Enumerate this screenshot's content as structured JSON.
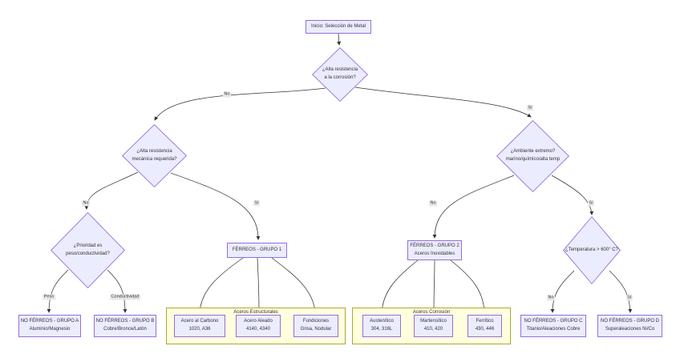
{
  "diagram_title": "Inicio: Selección de Metal",
  "colors": {
    "node_fill": "#ECECFF",
    "node_border": "#9370DB",
    "cluster_fill": "#FFFFDE",
    "cluster_border": "#AAAA33",
    "edge": "#333333",
    "edge_label_bg": "#E8E8E8",
    "text": "#333333"
  },
  "nodes": {
    "root": {
      "line1": "Inicio: Selección de Metal"
    },
    "d_corrosion": {
      "line1": "¿Alta resistencia",
      "line2": "a la corrosión?"
    },
    "d_mecanica": {
      "line1": "¿Alta resistencia",
      "line2": "mecánica requerida?"
    },
    "d_ambiente": {
      "line1": "¿Ambiente extremo?",
      "line2": "marino/químico/alta temp"
    },
    "d_prioridad": {
      "line1": "¿Prioridad es",
      "line2": "peso/conductividad?"
    },
    "d_temperatura": {
      "line1": "¿Temperatura > 600° C?"
    },
    "ferreos1": {
      "line1": "FÉRREOS - GRUPO 1"
    },
    "ferreos2": {
      "line1": "FÉRREOS - GRUPO 2",
      "line2": "Aceros Inoxidables"
    },
    "grupo_a": {
      "line1": "NO FÉRREOS - GRUPO A",
      "line2": "Aluminio/Magnesio"
    },
    "grupo_b": {
      "line1": "NO FÉRREOS - GRUPO B",
      "line2": "Cobre/Bronce/Latón"
    },
    "acero_carbono": {
      "line1": "Acero al Carbono",
      "line2": "1020, A36"
    },
    "acero_aleado": {
      "line1": "Acero Aleado",
      "line2": "4140, 4340"
    },
    "fundiciones": {
      "line1": "Fundiciones",
      "line2": "Grisa, Nodular"
    },
    "austenitico": {
      "line1": "Austenítico",
      "line2": "304, 316L"
    },
    "martensitico": {
      "line1": "Martensítico",
      "line2": "410, 420"
    },
    "ferritico": {
      "line1": "Ferrítico",
      "line2": "430, 446"
    },
    "grupo_c": {
      "line1": "NO FÉRREOS - GRUPO C",
      "line2": "Titanio/Aleaciones Cobre"
    },
    "grupo_d": {
      "line1": "NO FÉRREOS - GRUPO D",
      "line2": "Superaleaciones Ni/Co"
    }
  },
  "clusters": {
    "estructurales": {
      "label": "Aceros Estructurales"
    },
    "corrosion": {
      "label": "Aceros Corrosión"
    }
  },
  "edge_labels": {
    "no1": "No",
    "si1": "Sí",
    "no2": "No",
    "si2": "Sí",
    "no3": "No",
    "si3": "Sí",
    "peso": "Peso",
    "conductividad": "Conductividad",
    "no4": "No",
    "si4": "Sí"
  }
}
